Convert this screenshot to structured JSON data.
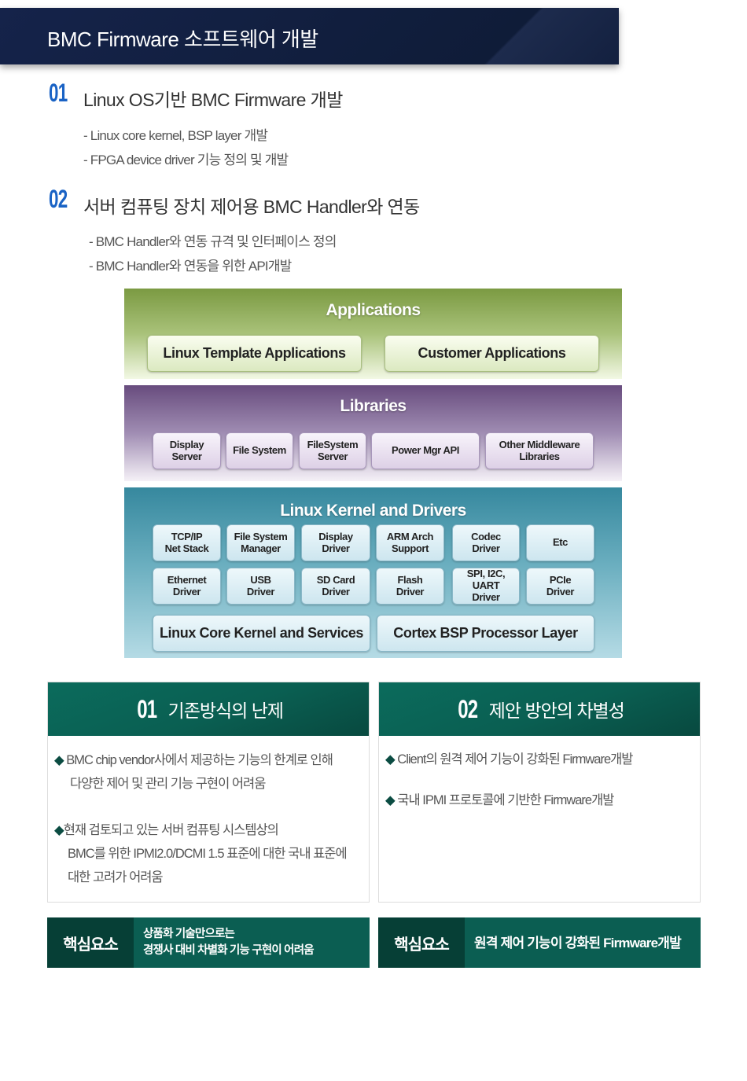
{
  "header": {
    "title": "BMC Firmware 소프트웨어 개발"
  },
  "sections": [
    {
      "num": "01",
      "title": "Linux OS기반 BMC Firmware 개발",
      "items": [
        "- Linux core kernel, BSP layer 개발",
        "- FPGA device driver 기능 정의 및 개발"
      ]
    },
    {
      "num": "02",
      "title": "서버 컴퓨팅 장치 제어용 BMC Handler와 연동",
      "items": [
        "- BMC Handler와 연동 규격 및 인터페이스 정의",
        "- BMC Handler와 연동을 위한 API개발"
      ]
    }
  ],
  "diagram": {
    "applications": {
      "title": "Applications",
      "boxes": [
        "Linux Template Applications",
        "Customer Applications"
      ]
    },
    "libraries": {
      "title": "Libraries",
      "boxes": [
        "Display\nServer",
        "File System",
        "FileSystem\nServer",
        "Power Mgr API",
        "Other Middleware\nLibraries"
      ]
    },
    "kernel": {
      "title": "Linux Kernel and Drivers",
      "row1": [
        "TCP/IP\nNet Stack",
        "File System\nManager",
        "Display\nDriver",
        "ARM Arch\nSupport",
        "Codec\nDriver",
        "Etc"
      ],
      "row2": [
        "Ethernet\nDriver",
        "USB\nDriver",
        "SD Card\nDriver",
        "Flash\nDriver",
        "SPI, I2C,\nUART\nDriver",
        "PCIe\nDriver"
      ],
      "row3": [
        "Linux Core Kernel and Services",
        "Cortex BSP Processor Layer"
      ]
    }
  },
  "cards": [
    {
      "num": "01",
      "title": "기존방식의 난제",
      "bullets": [
        [
          "BMC chip vendor사에서 제공하는 기능의 한계로 인해",
          "다양한 제어 및 관리 기능 구현이 어려움"
        ],
        [
          "현재 검토되고 있는 서버 컴퓨팅 시스템상의",
          "BMC를 위한 IPMI2.0/DCMI 1.5 표준에 대한 국내 표준에",
          "대한 고려가 어려움"
        ]
      ],
      "key_label": "핵심요소",
      "key_text": [
        "상품화 기술만으로는",
        "경쟁사 대비 차별화 기능 구현이 어려움"
      ]
    },
    {
      "num": "02",
      "title": "제안 방안의 차별성",
      "bullets": [
        [
          "Client의 원격 제어 기능이 강화된 Firmware개발"
        ],
        [
          "국내 IPMI 프로토콜에 기반한 Firmware개발"
        ]
      ],
      "key_label": "핵심요소",
      "key_text": [
        "원격 제어 기능이 강화된 Firmware개발"
      ]
    }
  ],
  "colors": {
    "navy": "#13203f",
    "blue": "#1a63c5",
    "green": "#0b5e52",
    "dark_green": "#063f36"
  }
}
